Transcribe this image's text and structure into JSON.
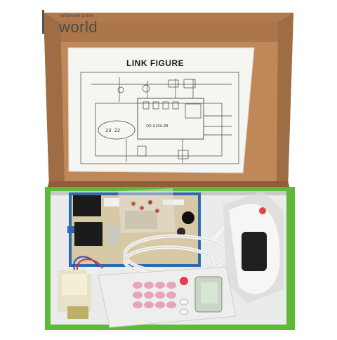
{
  "watermark": {
    "brand": "world",
    "tagline": "Wholesale Online"
  },
  "paper": {
    "title": "LINK FIGURE",
    "board_label": "QD-U10A-ZB",
    "display_reading": "23  22"
  },
  "colors": {
    "box_cardboard": "#b57e52",
    "box_inner": "#a56f45",
    "tray_green": "#5eb93a",
    "pcb_blue": "#2f6ab0",
    "relay_black": "#1b1b1b",
    "remote_white": "#eeeeec",
    "remote_button_pink": "#e7a4bc",
    "remote_button_red": "#e0404a",
    "remote_lcd": "#c9d6c6"
  }
}
